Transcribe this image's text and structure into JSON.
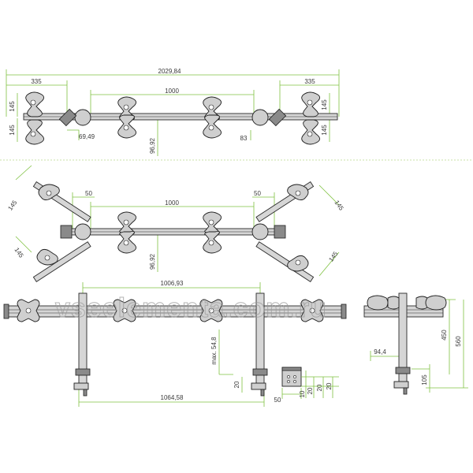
{
  "watermark": "vseelementa.com.ru",
  "view_top": {
    "overall": "2029,84",
    "left_arm": "335",
    "right_arm": "335",
    "center_span": "1000",
    "left_up": "145",
    "left_down": "145",
    "right_up": "145",
    "right_down": "145",
    "offset_left": "69,49",
    "offset_right": "83",
    "depth": "96,92"
  },
  "view_angled": {
    "span": "1000",
    "gap_left": "50",
    "gap_right": "50",
    "arm_ul": "145",
    "arm_ll": "145",
    "arm_ur": "145",
    "arm_lr": "145",
    "depth": "96,92"
  },
  "view_front": {
    "pole_span": "1006,93",
    "base_span": "1064,58",
    "max_height": "max. 54,8",
    "clamp": "20"
  },
  "view_clamp": {
    "width": "50",
    "d1": "10",
    "d2": "20",
    "d3": "20",
    "d4": "20"
  },
  "view_side": {
    "h450": "450",
    "h560": "560",
    "offset": "94,4",
    "foot": "105"
  }
}
